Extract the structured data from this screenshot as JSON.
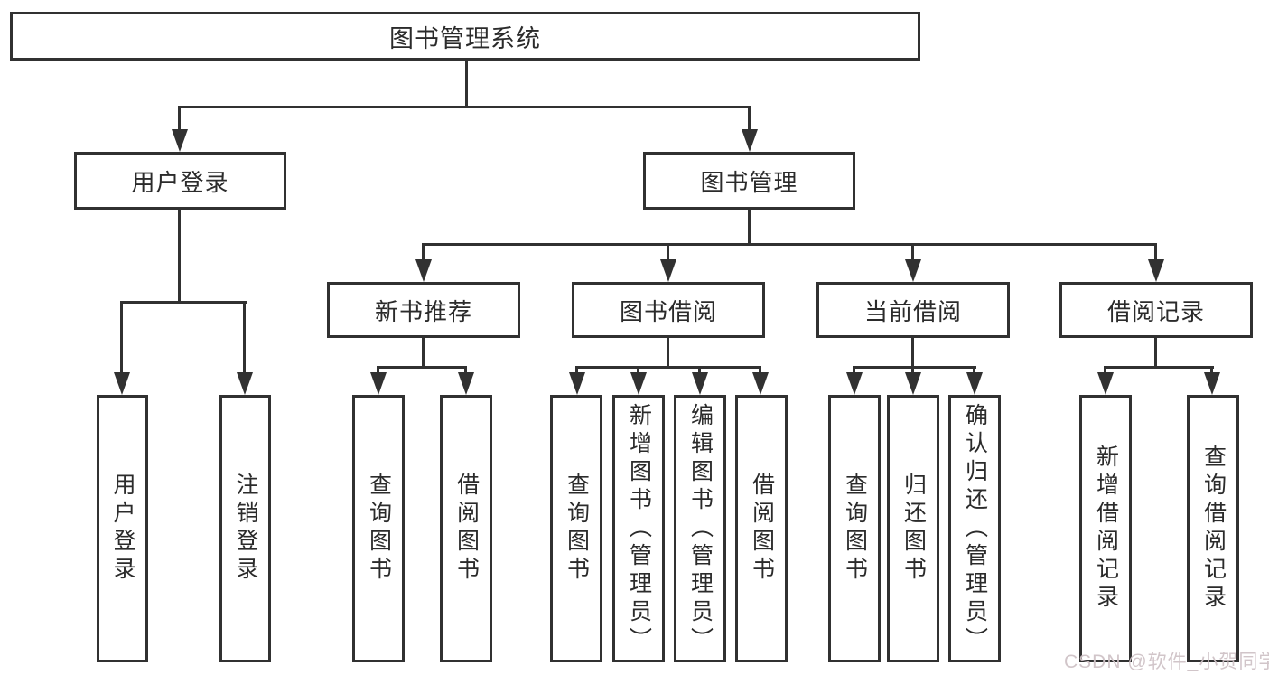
{
  "tree": {
    "root": {
      "label": "图书管理系统"
    },
    "branches": [
      {
        "label": "用户登录",
        "children": [
          {
            "label": "用户登录"
          },
          {
            "label": "注销登录"
          }
        ]
      },
      {
        "label": "图书管理",
        "children": [
          {
            "label": "新书推荐",
            "children": [
              {
                "label": "查询图书"
              },
              {
                "label": "借阅图书"
              }
            ]
          },
          {
            "label": "图书借阅",
            "children": [
              {
                "label": "查询图书"
              },
              {
                "label": "新增图书（管理员）"
              },
              {
                "label": "编辑图书（管理员）"
              },
              {
                "label": "借阅图书"
              }
            ]
          },
          {
            "label": "当前借阅",
            "children": [
              {
                "label": "查询图书"
              },
              {
                "label": "归还图书"
              },
              {
                "label": "确认归还（管理员）"
              }
            ]
          },
          {
            "label": "借阅记录",
            "children": [
              {
                "label": "新增借阅记录"
              },
              {
                "label": "查询借阅记录"
              }
            ]
          }
        ]
      }
    ]
  },
  "watermark": {
    "text": "CSDN @软件_小贺同学"
  },
  "colors": {
    "line": "#313131",
    "text": "#2b2b2b",
    "background": "#ffffff",
    "watermark": "#cfc2c5"
  }
}
